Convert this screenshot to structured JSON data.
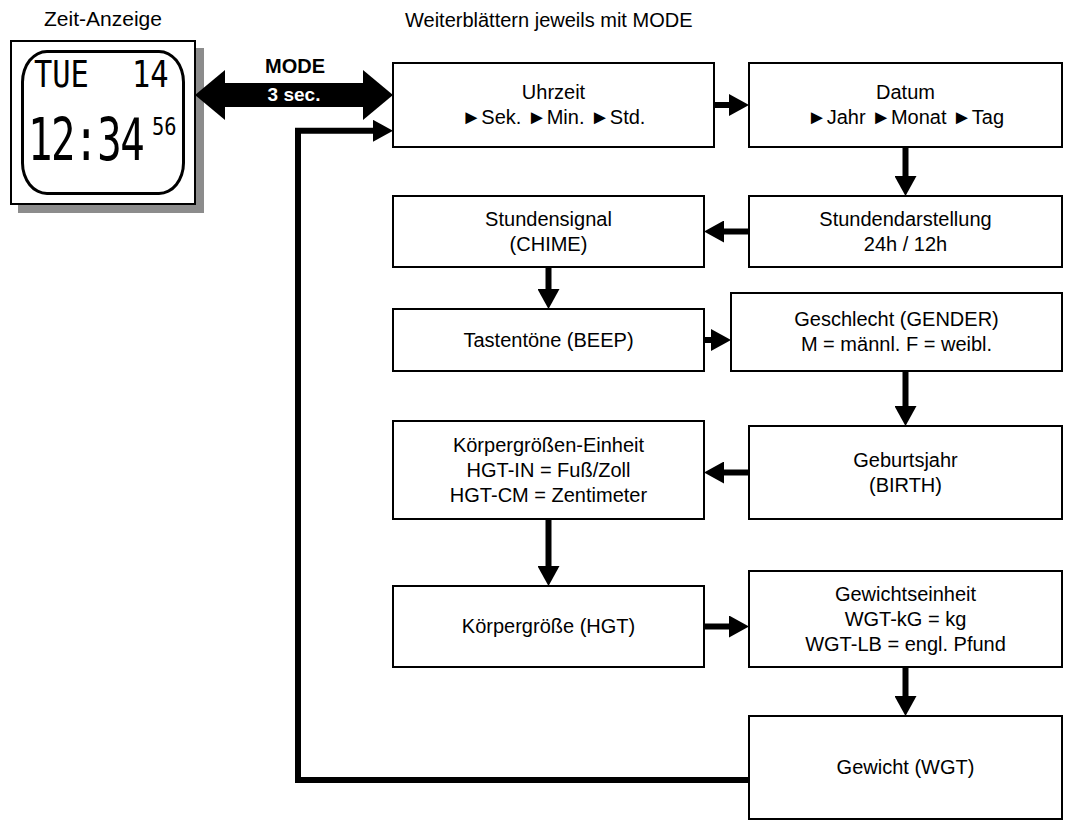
{
  "diagram": {
    "nodes": [
      {
        "text": [
          "Zeit-Anzeige"
        ]
      },
      {
        "text": [
          "TUE",
          "14",
          "12:34",
          "56"
        ],
        "in": 0
      },
      {
        "text": [
          "Uhrzeit",
          "►Sek. ►Min. ►Std."
        ]
      },
      {
        "text": [
          "Datum",
          "►Jahr ►Monat ►Tag"
        ]
      },
      {
        "text": [
          "Stundendarstellung",
          "24h / 12h"
        ]
      },
      {
        "text": [
          "Stundensignal",
          "(CHIME)"
        ]
      },
      {
        "text": [
          "Tastentöne (BEEP)"
        ]
      },
      {
        "text": [
          "Geschlecht (GENDER)",
          "M = männl. F = weibl."
        ]
      },
      {
        "text": [
          "Geburtsjahr",
          "(BIRTH)"
        ]
      },
      {
        "text": [
          "Körpergrößen-Einheit",
          "HGT-IN = Fuß/Zoll",
          "HGT-CM = Zentimeter"
        ]
      },
      {
        "text": [
          "Körpergröße (HGT)"
        ]
      },
      {
        "text": [
          "Gewichtseinheit",
          "WGT-kG = kg",
          "WGT-LB = engl. Pfund"
        ]
      },
      {
        "text": [
          "Gewicht (WGT)"
        ]
      }
    ],
    "edges": [
      {
        "from": 0,
        "to": 2,
        "arrow": "both",
        "label": "3 sec."
      },
      {
        "from": 2,
        "to": 3,
        "arrow": "to"
      },
      {
        "from": 3,
        "to": 4,
        "arrow": "to"
      },
      {
        "from": 4,
        "to": 5,
        "arrow": "to"
      },
      {
        "from": 5,
        "to": 6,
        "arrow": "to"
      },
      {
        "from": 6,
        "to": 7,
        "arrow": "to"
      },
      {
        "from": 7,
        "to": 8,
        "arrow": "to"
      },
      {
        "from": 8,
        "to": 9,
        "arrow": "to"
      },
      {
        "from": 9,
        "to": 10,
        "arrow": "to"
      },
      {
        "from": 10,
        "to": 11,
        "arrow": "to"
      },
      {
        "from": 11,
        "to": 12,
        "arrow": "to"
      },
      {
        "from": 12,
        "to": 2,
        "arrow": "to"
      }
    ],
    "labels": [
      "Weiterblättern jeweils mit MODE",
      "MODE"
    ]
  }
}
